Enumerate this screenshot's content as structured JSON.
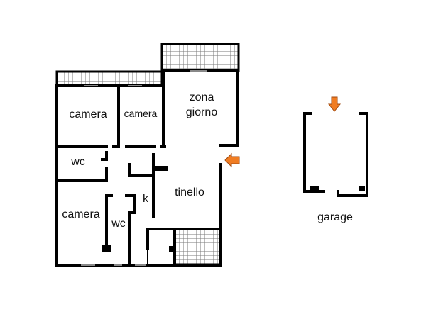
{
  "rooms": {
    "camera_1": "camera",
    "camera_2": "camera",
    "zona_giorno_1": "zona",
    "zona_giorno_2": "giorno",
    "wc_1": "wc",
    "tinello": "tinello",
    "k": "k",
    "camera_3": "camera",
    "wc_2": "wc",
    "garage": "garage"
  },
  "colors": {
    "entrance_arrow": "#f07c22",
    "walls": "#000000",
    "balcony_hatch": "#888888"
  },
  "icons": [
    "entrance-arrow-icon",
    "garage-entrance-arrow-icon"
  ]
}
